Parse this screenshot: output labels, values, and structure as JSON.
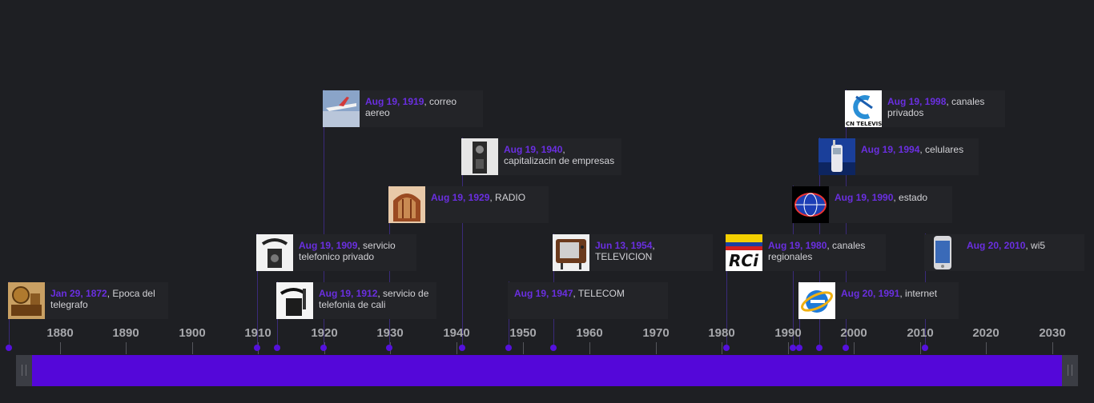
{
  "events": [
    {
      "date": "Jan 29, 1872",
      "text": ", Epoca del telegrafo",
      "thumb": "telegraph-icon"
    },
    {
      "date": "Aug 19, 1909",
      "text": ", servicio telefonico privado",
      "thumb": "telephone-icon"
    },
    {
      "date": "Aug 19, 1912",
      "text": ", servicio de telefonia de cali",
      "thumb": "telephone-icon"
    },
    {
      "date": "Aug 19, 1919",
      "text": ", correo aereo",
      "thumb": "airplane-icon"
    },
    {
      "date": "Aug 19, 1929",
      "text": ", RADIO",
      "thumb": "radio-icon"
    },
    {
      "date": "Aug 19, 1940",
      "text": ", capitalizacin de empresas",
      "thumb": "phone-booth-icon"
    },
    {
      "date": "Aug 19, 1947",
      "text": ", TELECOM",
      "thumb": ""
    },
    {
      "date": "Jun 13, 1954",
      "text": ", TELEVICION",
      "thumb": "television-icon"
    },
    {
      "date": "Aug 19, 1980",
      "text": ", canales regionales",
      "thumb": "rci-logo"
    },
    {
      "date": "Aug 19, 1990",
      "text": ", estado",
      "thumb": "telecom-globe-logo"
    },
    {
      "date": "Aug 20, 1991",
      "text": ", internet",
      "thumb": "internet-explorer-icon"
    },
    {
      "date": "Aug 19, 1994",
      "text": ", celulares",
      "thumb": "mobile-phone-icon"
    },
    {
      "date": "Aug 19, 1998",
      "text": ", canales privados",
      "thumb": "cn-television-logo"
    },
    {
      "date": "Aug 20, 2010",
      "text": ", wi5",
      "thumb": "smartphone-icon"
    }
  ],
  "axis": {
    "years": [
      "1880",
      "1890",
      "1900",
      "1910",
      "1920",
      "1930",
      "1940",
      "1950",
      "1960",
      "1970",
      "1980",
      "1990",
      "2000",
      "2010",
      "2020",
      "2030"
    ]
  },
  "colors": {
    "background": "#1e1f23",
    "accent": "#5407d9",
    "date_text": "#6a2fe0"
  }
}
